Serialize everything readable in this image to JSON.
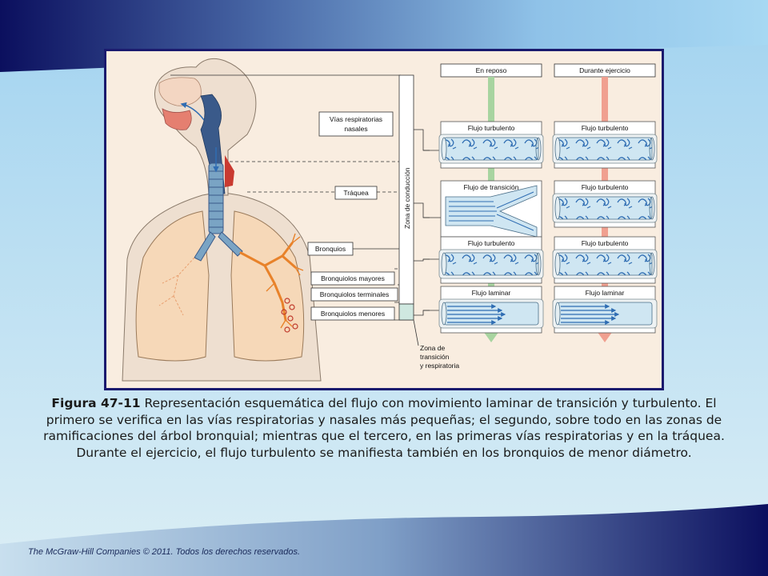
{
  "figure": {
    "header_rest": "En reposo",
    "header_exercise": "Durante ejercicio",
    "anatomy_labels": {
      "nasal": [
        "Vías respiratorias",
        "nasales"
      ],
      "trachea": "Tráquea",
      "bronchi": "Bronquios",
      "major_bronchioles": "Bronquiolos mayores",
      "terminal_bronchioles": "Bronquiolos terminales",
      "minor_bronchioles": "Bronquiolos menores"
    },
    "zone_conduction": "Zona de conducción",
    "zone_transition": [
      "Zona de",
      "transición",
      "y respiratoria"
    ],
    "flow_rows": [
      {
        "rest": "Flujo turbulento",
        "exercise": "Flujo turbulento"
      },
      {
        "rest": "Flujo de transición",
        "exercise": "Flujo turbulento"
      },
      {
        "rest": "Flujo turbulento",
        "exercise": "Flujo turbulento"
      },
      {
        "rest": "Flujo laminar",
        "exercise": "Flujo laminar"
      }
    ]
  },
  "caption": {
    "label": "Figura 47-11",
    "text": "Representación esquemática del flujo con movimiento laminar de transición y turbulento. El primero se verifica en las vías respiratorias y nasales más pequeñas; el segundo, sobre todo en las zonas de ramificaciones del árbol bronquial; mientras que el tercero, en las primeras vías respiratorias y en la tráquea. Durante el ejercicio, el flujo turbulento se manifiesta también en los bronquios de menor diámetro."
  },
  "footer": "The McGraw-Hill  Companies © 2011. Todos los derechos reservados.",
  "colors": {
    "navy": "#0b0f5e",
    "rest_arrow": "#a8d4a0",
    "exercise_arrow": "#f0a090",
    "flow_blue": "#2f6db3"
  }
}
